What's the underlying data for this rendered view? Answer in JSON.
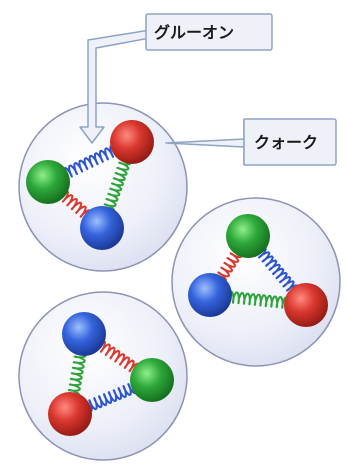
{
  "labels": {
    "gluon": "グルーオン",
    "quark": "クォーク"
  },
  "colors": {
    "quark_red": "#c8312b",
    "quark_green": "#2fa23a",
    "quark_blue": "#2f5fd6",
    "gluon_red": "#d83a2e",
    "gluon_green": "#2da43a",
    "gluon_blue": "#2d55cc",
    "hadron_fill": "#e9ecf8",
    "hadron_stroke": "#8e93b4",
    "callout_fill": "#eef2f8",
    "callout_stroke": "#8ea3c4"
  },
  "hadrons": [
    {
      "quarks": [
        "red",
        "green",
        "blue"
      ],
      "gluons": [
        {
          "between": [
            "green",
            "red"
          ],
          "color": "blue"
        },
        {
          "between": [
            "green",
            "blue"
          ],
          "color": "red"
        },
        {
          "between": [
            "red",
            "blue"
          ],
          "color": "green"
        }
      ]
    },
    {
      "quarks": [
        "green",
        "blue",
        "red"
      ],
      "gluons": [
        {
          "between": [
            "green",
            "blue"
          ],
          "color": "red"
        },
        {
          "between": [
            "green",
            "red"
          ],
          "color": "blue"
        },
        {
          "between": [
            "blue",
            "red"
          ],
          "color": "green"
        }
      ]
    },
    {
      "quarks": [
        "blue",
        "green",
        "red"
      ],
      "gluons": [
        {
          "between": [
            "blue",
            "green"
          ],
          "color": "red"
        },
        {
          "between": [
            "blue",
            "red"
          ],
          "color": "green"
        },
        {
          "between": [
            "green",
            "red"
          ],
          "color": "blue"
        }
      ]
    }
  ]
}
